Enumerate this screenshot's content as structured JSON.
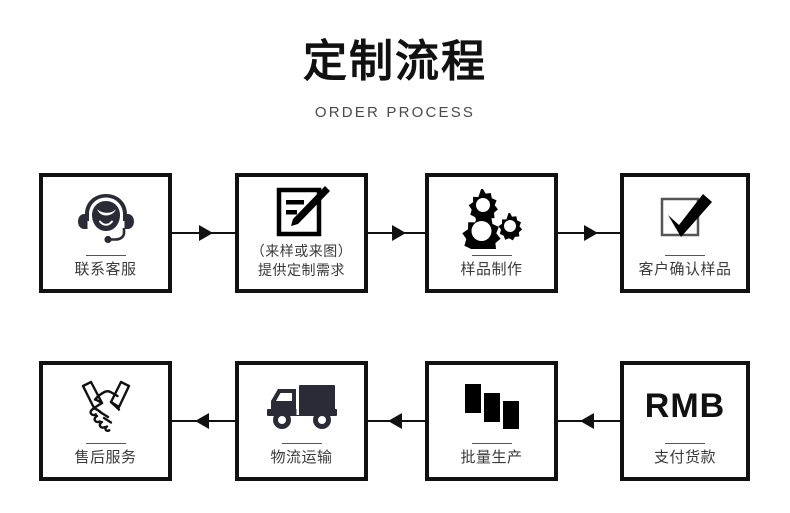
{
  "header": {
    "title": "定制流程",
    "subtitle": "ORDER PROCESS"
  },
  "colors": {
    "border": "#111111",
    "icon_dark": "#2b2b38",
    "icon_black": "#000000",
    "label_text": "#3a3a3a",
    "title_text": "#111111",
    "background": "#ffffff"
  },
  "flow": {
    "row1_direction": "left-to-right",
    "row2_direction": "right-to-left",
    "steps": [
      {
        "index": 1,
        "icon": "headset-support-icon",
        "label": "联系客服",
        "label_lines": [
          "联系客服"
        ],
        "row": 1
      },
      {
        "index": 2,
        "icon": "document-edit-icon",
        "label": "（来样或来图）提供定制需求",
        "label_lines": [
          "（来样或来图）",
          "提供定制需求"
        ],
        "row": 1
      },
      {
        "index": 3,
        "icon": "gears-icon",
        "label": "样品制作",
        "label_lines": [
          "样品制作"
        ],
        "row": 1
      },
      {
        "index": 4,
        "icon": "checkbox-check-icon",
        "label": "客户确认样品",
        "label_lines": [
          "客户确认样品"
        ],
        "row": 1
      },
      {
        "index": 5,
        "icon": "rmb-text-icon",
        "icon_text": "RMB",
        "label": "支付货款",
        "label_lines": [
          "支付货款"
        ],
        "row": 2
      },
      {
        "index": 6,
        "icon": "production-bars-icon",
        "label": "批量生产",
        "label_lines": [
          "批量生产"
        ],
        "row": 2
      },
      {
        "index": 7,
        "icon": "delivery-truck-icon",
        "label": "物流运输",
        "label_lines": [
          "物流运输"
        ],
        "row": 2
      },
      {
        "index": 8,
        "icon": "handshake-icon",
        "label": "售后服务",
        "label_lines": [
          "售后服务"
        ],
        "row": 2
      }
    ],
    "arrows": [
      {
        "row": 1,
        "direction": "right"
      },
      {
        "row": 1,
        "direction": "right"
      },
      {
        "row": 1,
        "direction": "right"
      },
      {
        "row": 2,
        "direction": "left"
      },
      {
        "row": 2,
        "direction": "left"
      },
      {
        "row": 2,
        "direction": "left"
      }
    ]
  }
}
